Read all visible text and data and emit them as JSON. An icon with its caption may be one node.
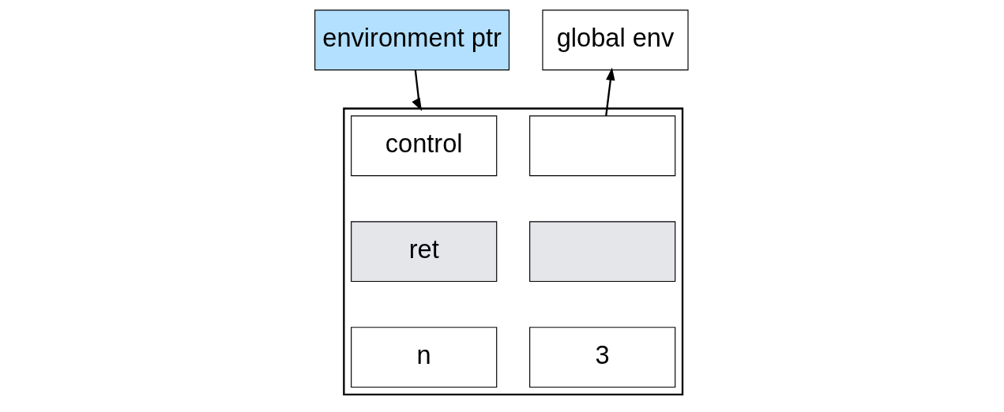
{
  "diagram": {
    "nodes": [
      {
        "text": [
          "environment ptr"
        ]
      },
      {
        "text": [
          "global env"
        ]
      },
      {
        "text": [],
        "shape": "box"
      },
      {
        "text": [
          "control"
        ],
        "in": 2
      },
      {
        "text": [],
        "shape": "box",
        "in": 2
      },
      {
        "text": [
          "ret"
        ],
        "in": 2
      },
      {
        "text": [],
        "shape": "box",
        "in": 2
      },
      {
        "text": [
          "n"
        ],
        "in": 2
      },
      {
        "text": [
          "3"
        ],
        "in": 2
      }
    ],
    "edges": [
      {
        "from": 0,
        "to": 2,
        "arrow": "to"
      },
      {
        "from": 4,
        "to": 1,
        "arrow": "to"
      }
    ]
  }
}
